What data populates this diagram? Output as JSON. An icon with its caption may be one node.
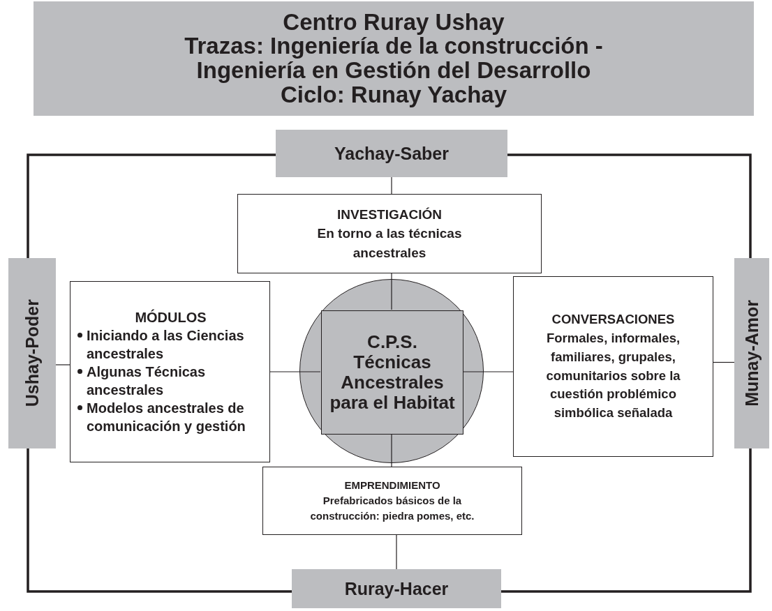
{
  "diagram": {
    "title": "Centro Ruray Ushay",
    "nodes": [
      {
        "text": [
          "Yachay-Saber"
        ]
      },
      {
        "text": [
          "Ushay-Poder"
        ]
      },
      {
        "text": [
          "INVESTIGACIÓN",
          "En torno a las técnicas ancestrales"
        ]
      },
      {
        "text": [
          "MÓDULOS",
          "Iniciando a las Ciencias ancestrales",
          "Algunas Técnicas ancestrales",
          "Modelos ancestrales de comunicación y gestión"
        ]
      },
      {
        "text": [],
        "shape": "circle"
      },
      {
        "text": [
          "C.P.S.",
          "Técnicas Ancestrales para el Habitat"
        ],
        "in": 4
      },
      {
        "text": [
          "CONVERSACIONES",
          "Formales, informales, familiares, grupales, comunitarios sobre la cuestión problémico simbólica señalada"
        ]
      },
      {
        "text": [
          "Munay-Amor"
        ]
      },
      {
        "text": [
          "EMPRENDIMIENTO",
          "Prefabricados básicos de la construcción: piedra pomes, etc."
        ]
      },
      {
        "text": [
          "Ruray-Hacer"
        ]
      }
    ],
    "edges": [
      {
        "from": 0,
        "to": 2,
        "arrow": "none"
      },
      {
        "from": 2,
        "to": 5,
        "arrow": "none"
      },
      {
        "from": 1,
        "to": 3,
        "arrow": "none"
      },
      {
        "from": 3,
        "to": 5,
        "arrow": "none"
      },
      {
        "from": 5,
        "to": 6,
        "arrow": "none"
      },
      {
        "from": 6,
        "to": 7,
        "arrow": "none"
      },
      {
        "from": 5,
        "to": 8,
        "arrow": "none"
      },
      {
        "from": 8,
        "to": 9,
        "arrow": "none"
      },
      {
        "from": 0,
        "to": 1,
        "arrow": "none",
        "style": "thick"
      },
      {
        "from": 0,
        "to": 7,
        "arrow": "none",
        "style": "thick"
      },
      {
        "from": 9,
        "to": 1,
        "arrow": "none",
        "style": "thick"
      },
      {
        "from": 9,
        "to": 7,
        "arrow": "none",
        "style": "thick"
      }
    ],
    "labels": [
      "Trazas: Ingeniería de la construcción - Ingeniería en Gestión del Desarrollo",
      "Ciclo: Runay Yachay"
    ]
  }
}
